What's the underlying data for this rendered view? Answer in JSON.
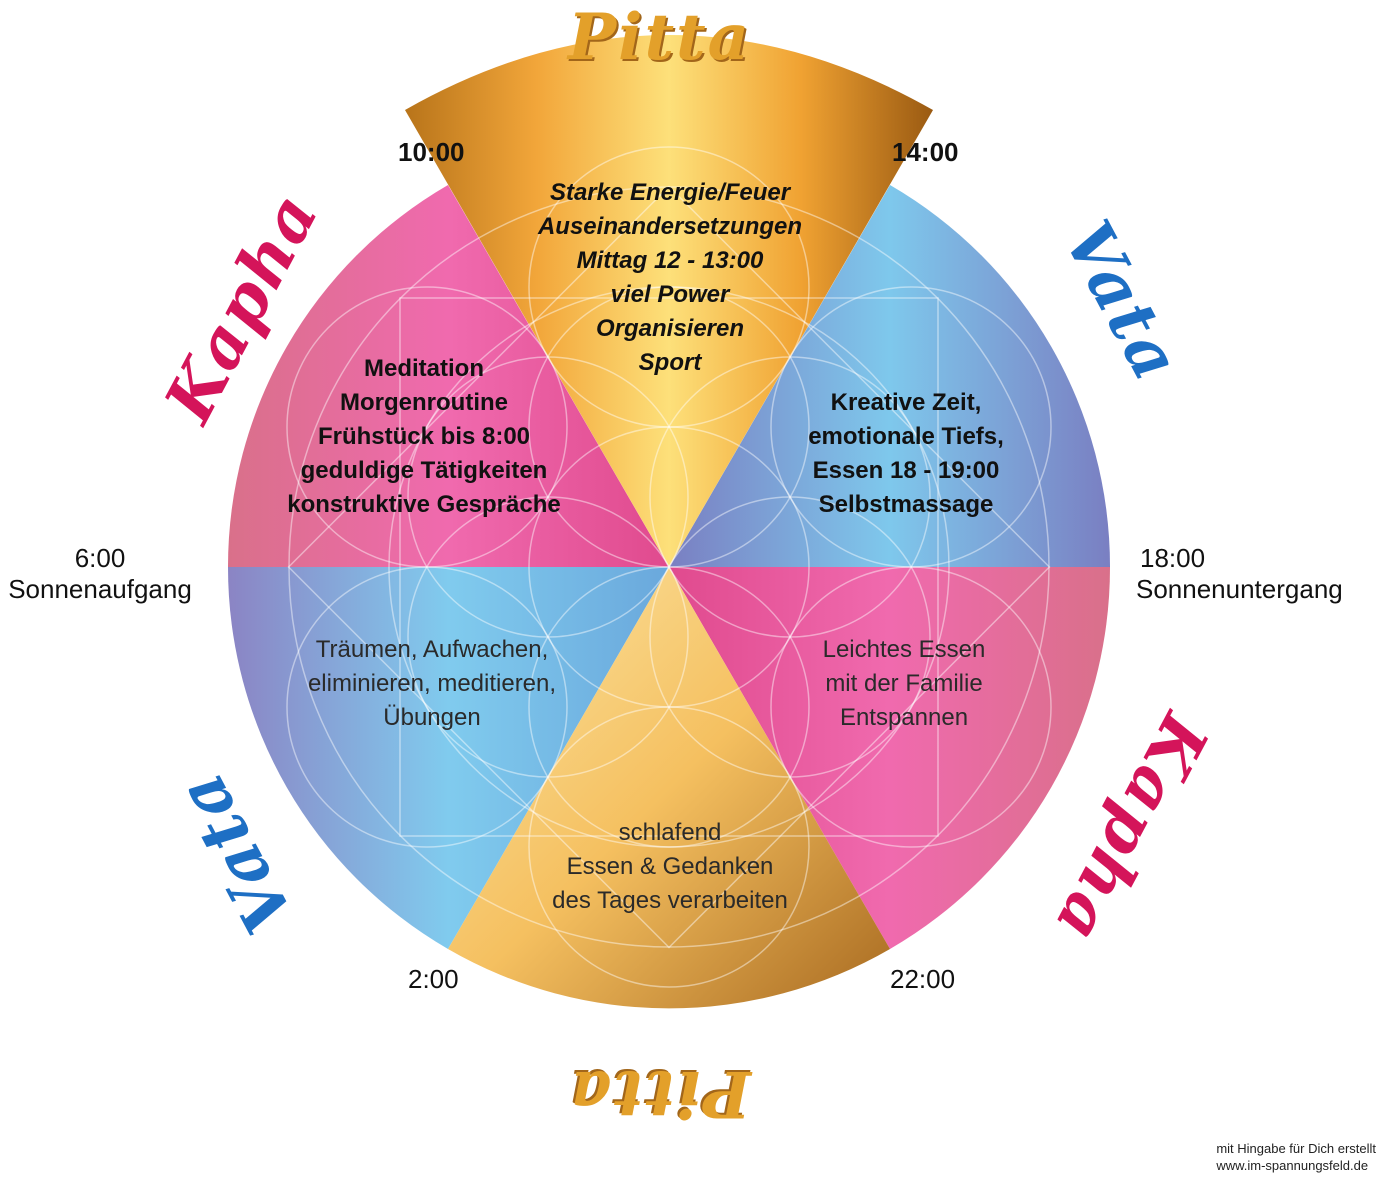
{
  "doshas": {
    "pitta_top": "Pitta",
    "pitta_bottom": "Pitta",
    "kapha_left": "Kapha",
    "kapha_right": "Kapha",
    "vata_right": "Vata",
    "vata_left": "Vata"
  },
  "times": {
    "t10": "10:00",
    "t14": "14:00",
    "t6": "6:00",
    "t6_label": "Sonnenaufgang",
    "t18": "18:00",
    "t18_label": "Sonnenuntergang",
    "t2": "2:00",
    "t22": "22:00"
  },
  "segments": {
    "pitta_day": [
      "Starke Energie/Feuer",
      "Auseinandersetzungen",
      "Mittag 12 - 13:00",
      "viel Power",
      "Organisieren",
      "Sport"
    ],
    "kapha_morning": [
      "Meditation",
      "Morgenroutine",
      "Frühstück bis 8:00",
      "geduldige Tätigkeiten",
      "konstruktive Gespräche"
    ],
    "vata_afternoon": [
      "Kreative Zeit,",
      "emotionale Tiefs,",
      "Essen 18 - 19:00",
      "Selbstmassage"
    ],
    "vata_early": [
      "Träumen, Aufwachen,",
      "eliminieren, meditieren,",
      "Übungen"
    ],
    "kapha_evening": [
      "Leichtes Essen",
      "mit der Familie",
      "Entspannen"
    ],
    "pitta_night": [
      "schlafend",
      "Essen & Gedanken",
      "des Tages verarbeiten"
    ]
  },
  "credit": [
    "mit Hingabe für Dich erstellt",
    "www.im-spannungsfeld.de"
  ],
  "colors": {
    "pitta": "#f0a830",
    "kapha": "#e8609a",
    "vata": "#6aaede",
    "kapha_text": "#d4145a",
    "vata_text": "#1e5fb4",
    "pitta_text": "#e09a20"
  }
}
